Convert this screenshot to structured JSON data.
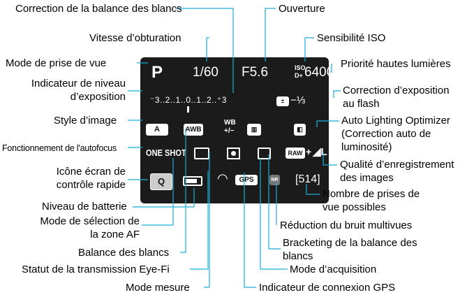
{
  "labels": {
    "correction_balance_blancs": "Correction de la balance des blancs",
    "ouverture": "Ouverture",
    "vitesse_obturation": "Vitesse d’obturation",
    "sensibilite_iso": "Sensibilité ISO",
    "mode_prise_vue": "Mode de prise de vue",
    "priorite_hautes_lumieres": "Priorité hautes lumières",
    "indicateur_niveau_1": "Indicateur de niveau",
    "indicateur_niveau_2": "d’exposition",
    "correction_exposition_1": "Correction d’exposition",
    "correction_exposition_2": "au flash",
    "style_image": "Style d’image",
    "alo_1": "Auto Lighting Optimizer",
    "alo_2": "(Correction auto de",
    "alo_3": "luminosité)",
    "fonctionnement_af": "Fonctionnement de l'autofocus",
    "qualite_1": "Qualité d’enregistrement",
    "qualite_2": "des images",
    "icone_ecran_1": "Icône écran de",
    "icone_ecran_2": "contrôle rapide",
    "nombre_prises_1": "Nombre de prises de",
    "nombre_prises_2": "vue possibles",
    "niveau_batterie": "Niveau de batterie",
    "mode_selection_1": "Mode de sélection de",
    "mode_selection_2": "la zone AF",
    "reduction_bruit": "Réduction du bruit multivues",
    "bracketing_1": "Bracketing de la balance des",
    "bracketing_2": "blancs",
    "balance_blancs": "Balance des blancs",
    "mode_acquisition": "Mode d’acquisition",
    "eyefi": "Statut de la transmission Eye-Fi",
    "mode_mesure": "Mode mesure",
    "gps_connexion": "Indicateur de connexion GPS"
  },
  "screen": {
    "mode": "P",
    "shutter": "1/60",
    "aperture": "F5.6",
    "iso_top": "ISO",
    "iso_bottom": "D+",
    "iso_value": "6400",
    "exposure_scale": "⁻3..2..1..0..1..2..⁺3",
    "flash_comp": "−⅓",
    "picture_style": "A",
    "awb": "AWB",
    "wb_top": "WB",
    "wb_bottom": "+/−",
    "af_operation": "ONE SHOT",
    "raw": "RAW",
    "raw_plus": "+",
    "quick_control": "Q",
    "gps": "GPS",
    "nr": "NR",
    "shots": "[514]"
  },
  "colors": {
    "leader_lines": "#1aaed8",
    "screen_bg": "#1b1b1b"
  }
}
